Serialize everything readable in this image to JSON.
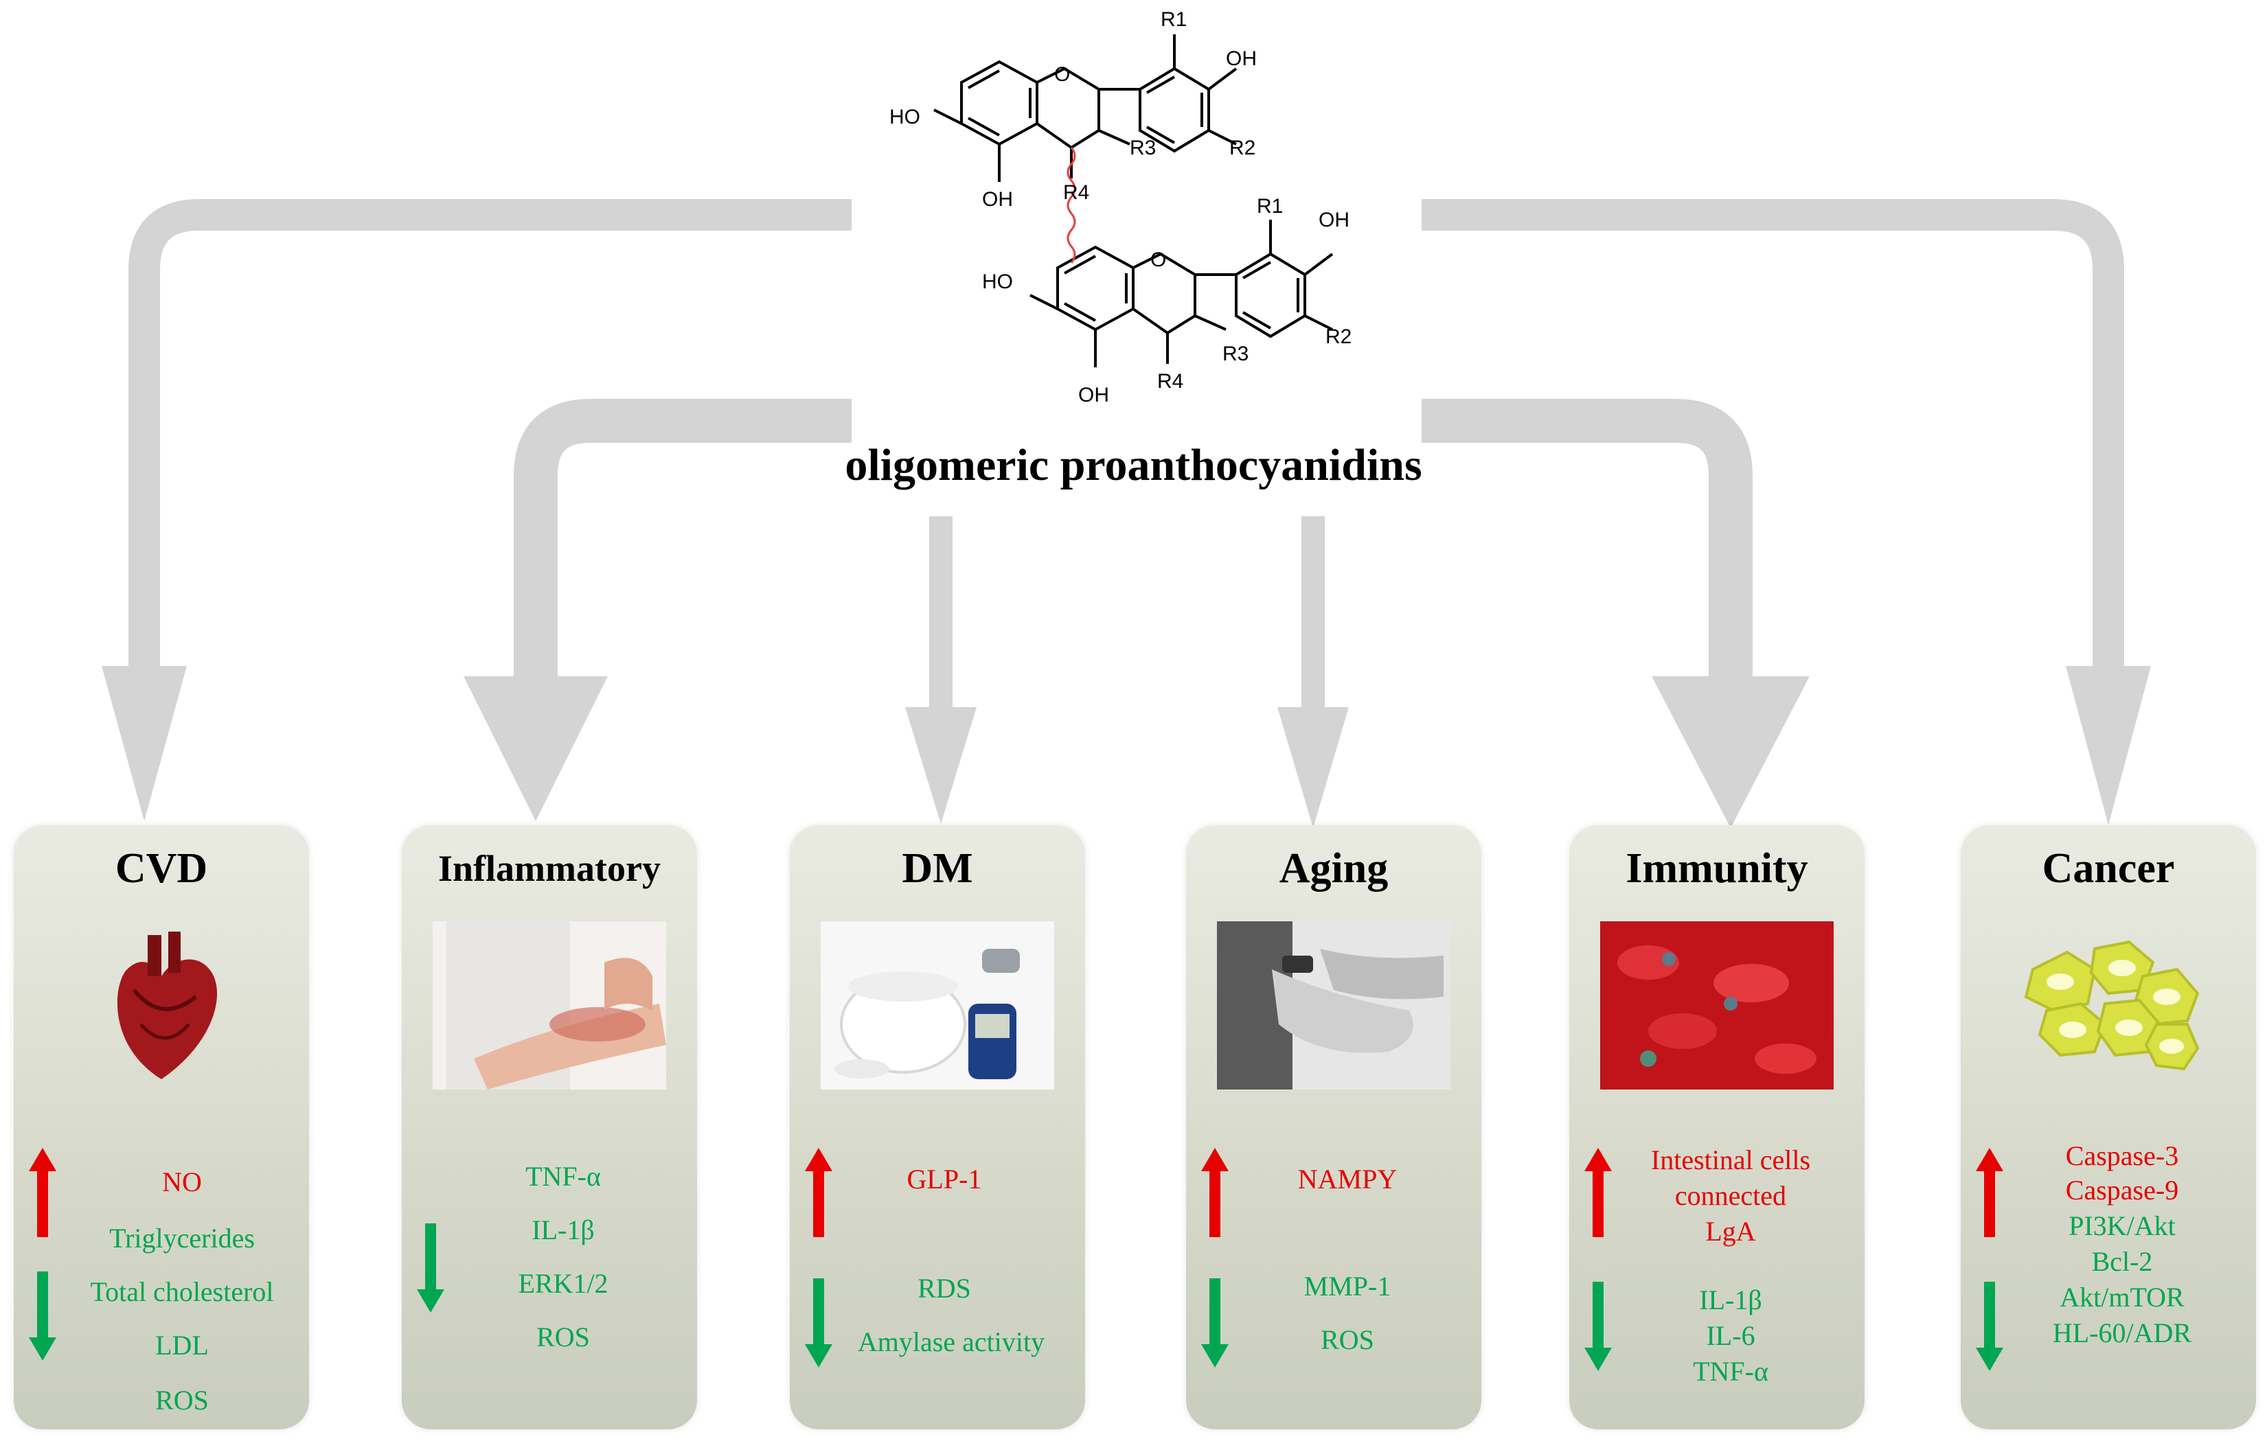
{
  "title": "oligomeric proanthocyanidins",
  "molecule": {
    "labels": [
      "R1",
      "OH",
      "HO",
      "R2",
      "R3",
      "R4",
      "OH",
      "R1",
      "OH",
      "HO",
      "R2",
      "R3",
      "R4",
      "OH",
      "O",
      "O"
    ]
  },
  "colors": {
    "increase": "#e60000",
    "decrease": "#00a651",
    "arrow": "#d4d4d4",
    "card": "#d9dccd"
  },
  "cards": [
    {
      "title": "CVD",
      "icon": "heart-icon",
      "increase": [
        "NO"
      ],
      "decrease": [
        "Triglycerides",
        "Total cholesterol",
        "LDL",
        "ROS"
      ]
    },
    {
      "title": "Inflammatory",
      "icon": "skin-inflammation-icon",
      "increase": [],
      "decrease": [
        "TNF-α",
        "IL-1β",
        "ERK1/2",
        "ROS"
      ]
    },
    {
      "title": "DM",
      "icon": "glucose-meter-icon",
      "increase": [
        "GLP-1"
      ],
      "decrease": [
        "RDS",
        "Amylase activity"
      ]
    },
    {
      "title": "Aging",
      "icon": "elderly-hands-icon",
      "increase": [
        "NAMPY"
      ],
      "decrease": [
        "MMP-1",
        "ROS"
      ]
    },
    {
      "title": "Immunity",
      "icon": "blood-cells-icon",
      "increase": [
        "Intestinal cells",
        "connected",
        "LgA"
      ],
      "decrease": [
        "IL-1β",
        "IL-6",
        "TNF-α"
      ]
    },
    {
      "title": "Cancer",
      "icon": "cancer-cells-icon",
      "increase": [
        "Caspase-3",
        "Caspase-9"
      ],
      "decrease": [
        "PI3K/Akt",
        "Bcl-2",
        "Akt/mTOR",
        "HL-60/ADR"
      ]
    }
  ]
}
